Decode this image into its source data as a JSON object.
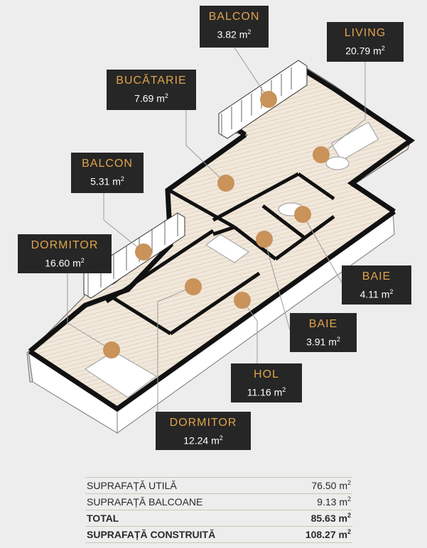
{
  "accent_color": "#e0a44c",
  "label_bg": "#262626",
  "area_unit": "m",
  "area_exp": "2",
  "rooms": [
    {
      "id": "balcon-top",
      "name": "BALCON",
      "area": "3.82"
    },
    {
      "id": "living",
      "name": "LIVING",
      "area": "20.79"
    },
    {
      "id": "bucatarie",
      "name": "BUCĂTARIE",
      "area": "7.69"
    },
    {
      "id": "balcon-mid",
      "name": "BALCON",
      "area": "5.31"
    },
    {
      "id": "dormitor-1",
      "name": "DORMITOR",
      "area": "16.60"
    },
    {
      "id": "baie-1",
      "name": "BAIE",
      "area": "4.11"
    },
    {
      "id": "baie-2",
      "name": "BAIE",
      "area": "3.91"
    },
    {
      "id": "hol",
      "name": "HOL",
      "area": "11.16"
    },
    {
      "id": "dormitor-2",
      "name": "DORMITOR",
      "area": "12.24"
    }
  ],
  "summary": [
    {
      "label": "SUPRAFAȚĂ UTILĂ",
      "value": "76.50",
      "bold": false
    },
    {
      "label": "SUPRAFAȚĂ BALCOANE",
      "value": "9.13",
      "bold": false
    },
    {
      "label": "TOTAL",
      "value": "85.63",
      "bold": true
    },
    {
      "label": "SUPRAFAȚĂ CONSTRUITĂ",
      "value": "108.27",
      "bold": true
    }
  ]
}
